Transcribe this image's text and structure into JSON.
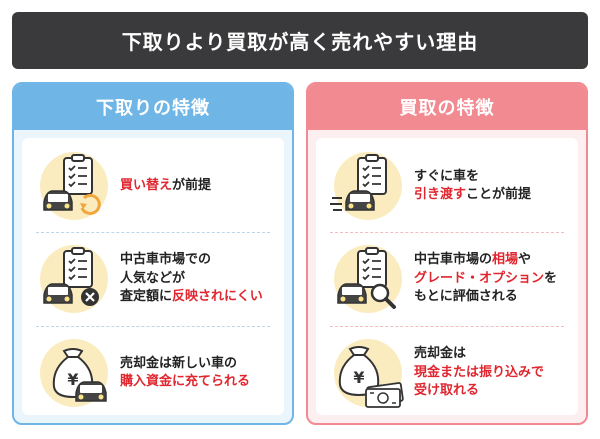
{
  "title": "下取りより買取が高く売れやすい理由",
  "left": {
    "heading": "下取りの特徴",
    "items": [
      {
        "parts": [
          {
            "t": "買い替え",
            "hl": true
          },
          {
            "t": "が前提",
            "hl": false
          }
        ],
        "icon": "clipboard-car-cycle-icon"
      },
      {
        "parts": [
          {
            "t": "中古車市場での",
            "hl": false
          },
          {
            "t": "\n人気などが\n査定額に",
            "hl": false
          },
          {
            "t": "反映されにくい",
            "hl": true
          }
        ],
        "icon": "clipboard-car-cross-icon"
      },
      {
        "parts": [
          {
            "t": "売却金は新しい車の\n",
            "hl": false
          },
          {
            "t": "購入資金に充てられる",
            "hl": true
          }
        ],
        "icon": "moneybag-car-icon"
      }
    ]
  },
  "right": {
    "heading": "買取の特徴",
    "items": [
      {
        "parts": [
          {
            "t": "すぐに車を\n",
            "hl": false
          },
          {
            "t": "引き渡す",
            "hl": true
          },
          {
            "t": "ことが前提",
            "hl": false
          }
        ],
        "icon": "clipboard-car-moving-icon"
      },
      {
        "parts": [
          {
            "t": "中古車市場の",
            "hl": false
          },
          {
            "t": "相場",
            "hl": true
          },
          {
            "t": "や\n",
            "hl": false
          },
          {
            "t": "グレード・オプション",
            "hl": true
          },
          {
            "t": "を\nもとに評価される",
            "hl": false
          }
        ],
        "icon": "clipboard-car-magnifier-icon"
      },
      {
        "parts": [
          {
            "t": "売却金は\n",
            "hl": false
          },
          {
            "t": "現金または振り込みで\n受け取れる",
            "hl": true
          }
        ],
        "icon": "moneybag-bills-icon"
      }
    ]
  },
  "colors": {
    "left_accent": "#6fb6e6",
    "right_accent": "#f28a92",
    "highlight": "#e0262f",
    "banner": "#3a3a3c"
  }
}
